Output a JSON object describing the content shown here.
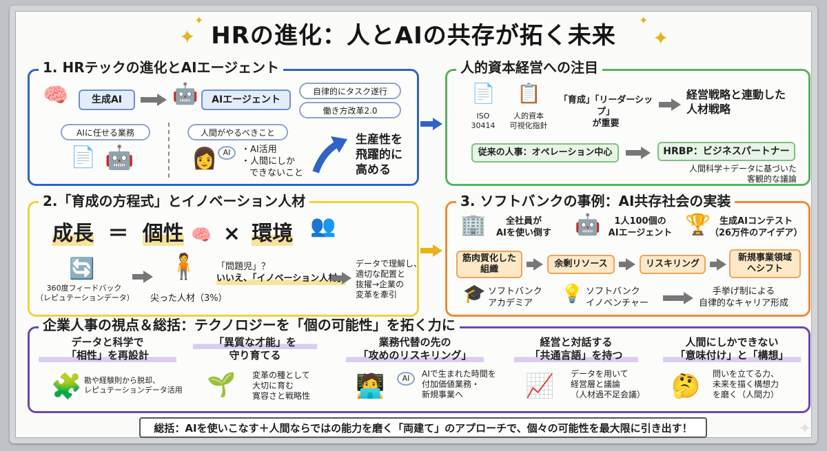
{
  "title": "HRの進化：人とAIの共存が拓く未来",
  "colors": {
    "blue": "#2f64c4",
    "green": "#57b25d",
    "yellow": "#f1d23c",
    "orange": "#ee8a34",
    "purple": "#6d44b5"
  },
  "s1": {
    "title": "1. HRテックの進化とAIエージェント",
    "gen_ai": "生成AI",
    "ai_agent": "AIエージェント",
    "bubble1": "自律的にタスク遂行",
    "bubble2": "働き方改革2.0",
    "delegate": "AIに任せる業務",
    "human": "人間がやるべきこと",
    "human_item1": "・AI活用",
    "human_item2": "・人間にしか",
    "human_item3": "できないこと",
    "ai_label": "AI",
    "productivity": [
      "生産性を",
      "飛躍的に",
      "高める"
    ]
  },
  "s2": {
    "title": "人的資本経営への注目",
    "iso_line1": "ISO",
    "iso_line2": "30414",
    "guide_line1": "人的資本",
    "guide_line2": "可視化指針",
    "keyword_line1": "「育成」「リーダーシップ」",
    "keyword_line2": "が重要",
    "strategy_line1": "経営戦略と連動した",
    "strategy_line2": "人材戦略",
    "traditional": "従来の人事：オペレーション中心",
    "hrbp": "HRBP：ビジネスパートナー",
    "hrbp_desc1": "人間科学＋データに基づいた",
    "hrbp_desc2": "客観的な議論"
  },
  "s3": {
    "title": "2.「育成の方程式」とイノベーション人材",
    "growth": "成長",
    "equals": "＝",
    "individuality": "個性",
    "times": "×",
    "environment": "環境",
    "feedback_line1": "360度フィードバック",
    "feedback_line2": "（レピュテーションデータ）",
    "sharp": "尖った人材（3%）",
    "problem_line1": "「問題児」？",
    "problem_line2": "いいえ、「イノベーション人材」",
    "data_line1": "データで理解し、",
    "data_line2": "適切な配置と",
    "data_line3": "抜擢→企業の",
    "data_line4": "変革を牽引"
  },
  "s4": {
    "title": "3. ソフトバンクの事例：AI共存社会の実装",
    "all_staff_line1": "全社員が",
    "all_staff_line2": "AIを使い倒す",
    "agents_line1": "1人100個の",
    "agents_line2": "AIエージェント",
    "contest_line1": "生成AIコンテスト",
    "contest_line2": "（26万件のアイデア）",
    "muscle_line1": "筋肉質化した",
    "muscle_line2": "組織",
    "surplus": "余剰リソース",
    "reskill": "リスキリング",
    "newbiz_line1": "新規事業領域",
    "newbiz_line2": "へシフト",
    "academia_line1": "ソフトバンク",
    "academia_line2": "アカデミア",
    "innov_line1": "ソフトバンク",
    "innov_line2": "イノベンチャー",
    "career_line1": "手挙げ制による",
    "career_line2": "自律的なキャリア形成"
  },
  "s5": {
    "title": "企業人事の視点＆総括：テクノロジーを「個の可能性」を拓く力に",
    "c1_h1": "データと科学で",
    "c1_h2": "「相性」を再設計",
    "c1_d1": "勘や経験則から脱却、",
    "c1_d2": "レピュテーションデータ活用",
    "c2_h1": "「異質な才能」を",
    "c2_h2": "守り育てる",
    "c2_d1": "変革の種として",
    "c2_d2": "大切に育む",
    "c2_d3": "寛容さと戦略性",
    "c3_h1": "業務代替の先の",
    "c3_h2": "「攻めのリスキリング」",
    "c3_d1": "AIで生まれた時間を",
    "c3_d2": "付加価値業務・",
    "c3_d3": "新規事業へ",
    "c4_h1": "経営と対話する",
    "c4_h2": "「共通言語」を持つ",
    "c4_d1": "データを用いて",
    "c4_d2": "経営層と議論",
    "c4_d3": "（人材過不足会議）",
    "c5_h1": "人間にしかできない",
    "c5_h2": "「意味付け」と「構想」",
    "c5_d1": "問いを立てる力、",
    "c5_d2": "未来を描く構想力",
    "c5_d3": "を磨く（人間力）",
    "ai_label": "AI"
  },
  "summary": "総括：AIを使いこなす＋人間ならではの能力を磨く「両建て」のアプローチで、個々の可能性を最大限に引き出す！"
}
